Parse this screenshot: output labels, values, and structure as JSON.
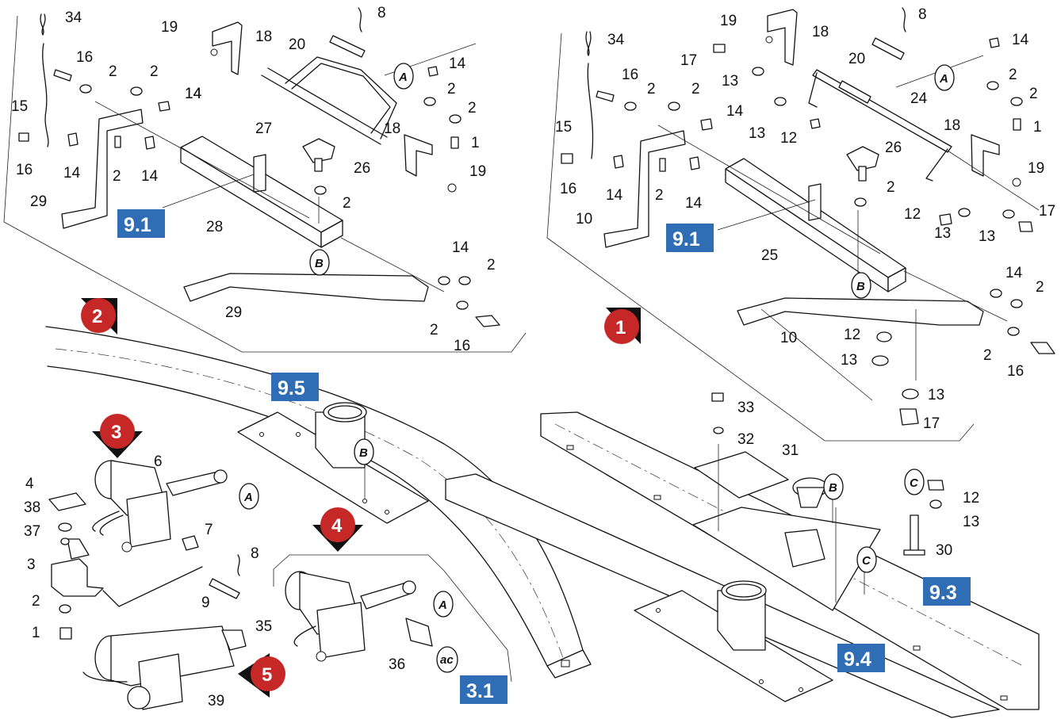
{
  "colors": {
    "ref_box": "#2f6db5",
    "step_badge": "#c62828",
    "line": "#111111"
  },
  "ref_boxes": [
    {
      "id": "ref-9-1-left",
      "label": "9.1"
    },
    {
      "id": "ref-9-1-right",
      "label": "9.1"
    },
    {
      "id": "ref-9-5",
      "label": "9.5"
    },
    {
      "id": "ref-9-3",
      "label": "9.3"
    },
    {
      "id": "ref-9-4",
      "label": "9.4"
    },
    {
      "id": "ref-3-1",
      "label": "3.1"
    }
  ],
  "steps": [
    {
      "id": "step-1",
      "label": "1"
    },
    {
      "id": "step-2",
      "label": "2"
    },
    {
      "id": "step-3",
      "label": "3"
    },
    {
      "id": "step-4",
      "label": "4"
    },
    {
      "id": "step-5",
      "label": "5"
    }
  ],
  "markers": [
    {
      "id": "marker-a-left",
      "label": "A"
    },
    {
      "id": "marker-b-left",
      "label": "B"
    },
    {
      "id": "marker-a-right",
      "label": "A"
    },
    {
      "id": "marker-b-right",
      "label": "B"
    },
    {
      "id": "marker-b-rail",
      "label": "B"
    },
    {
      "id": "marker-a-3",
      "label": "A"
    },
    {
      "id": "marker-a-4",
      "label": "A"
    },
    {
      "id": "marker-ac",
      "label": "ac"
    },
    {
      "id": "marker-b-plate",
      "label": "B"
    },
    {
      "id": "marker-c-plate",
      "label": "C"
    },
    {
      "id": "marker-c-bolt",
      "label": "C"
    }
  ],
  "callouts": {
    "left": [
      "34",
      "16",
      "2",
      "2",
      "14",
      "15",
      "14",
      "16",
      "14",
      "2",
      "14",
      "29",
      "19",
      "18",
      "20",
      "8",
      "14",
      "2",
      "2",
      "27",
      "18",
      "1",
      "19",
      "26",
      "2",
      "28",
      "14",
      "2",
      "2",
      "16",
      "29"
    ],
    "right": [
      "34",
      "19",
      "18",
      "8",
      "16",
      "2",
      "2",
      "14",
      "15",
      "17",
      "13",
      "13",
      "12",
      "20",
      "14",
      "2",
      "24",
      "2",
      "18",
      "1",
      "16",
      "14",
      "2",
      "14",
      "10",
      "26",
      "2",
      "12",
      "17",
      "13",
      "13",
      "19",
      "25",
      "14",
      "2",
      "10",
      "12",
      "13",
      "13",
      "2",
      "16",
      "17"
    ],
    "bottom": [
      "33",
      "32",
      "31",
      "12",
      "13",
      "30",
      "6",
      "4",
      "38",
      "37",
      "3",
      "2",
      "1",
      "7",
      "8",
      "9",
      "35",
      "36",
      "39"
    ]
  }
}
